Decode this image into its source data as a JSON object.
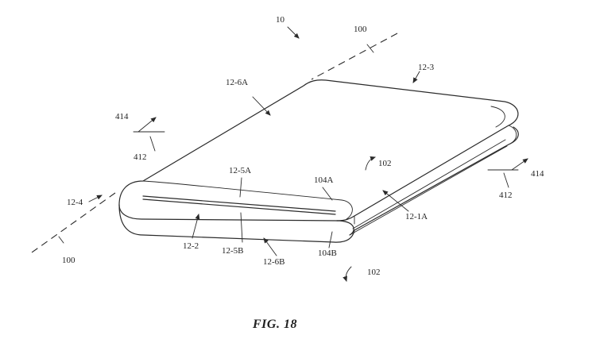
{
  "caption": "FIG. 18",
  "labels": {
    "device": "10",
    "axis_top": "100",
    "axis_bottom": "100",
    "side_12_3": "12-3",
    "side_12_4": "12-4",
    "surface_12_6a": "12-6A",
    "surface_12_5a": "12-5A",
    "surface_12_2": "12-2",
    "surface_12_5b": "12-5B",
    "surface_12_6b": "12-6B",
    "surface_12_1a": "12-1A",
    "region_104a": "104A",
    "region_104b": "104B",
    "rotation_102_top": "102",
    "rotation_102_bottom": "102",
    "axis_414_left": "414",
    "axis_412_left": "412",
    "axis_414_right": "414",
    "axis_412_right": "412"
  }
}
